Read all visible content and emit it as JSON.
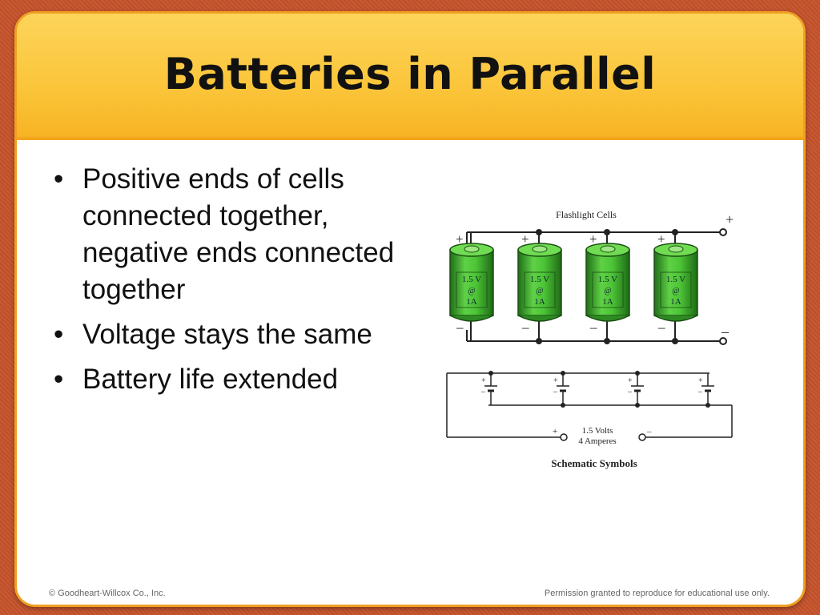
{
  "slide": {
    "title": "Batteries in Parallel",
    "bullets": [
      "Positive ends of cells connected together, negative ends connected together",
      "Voltage stays the same",
      "Battery life extended"
    ],
    "bullet_glyph": "•",
    "footer_left": "© Goodheart-Willcox Co., Inc.",
    "footer_right": "Permission granted to reproduce for educational use only."
  },
  "diagram": {
    "cells_title": "Flashlight Cells",
    "cell_labels": [
      "1.5 V",
      "@",
      "1A"
    ],
    "plus": "+",
    "minus": "–",
    "output_line1": "1.5 Volts",
    "output_line2": "4 Amperes",
    "schematic_title": "Schematic Symbols",
    "colors": {
      "cell_green": "#4cc436",
      "cell_dark": "#1f6e17",
      "title_gold": "#fbc53a",
      "frame": "#c4532e"
    }
  }
}
